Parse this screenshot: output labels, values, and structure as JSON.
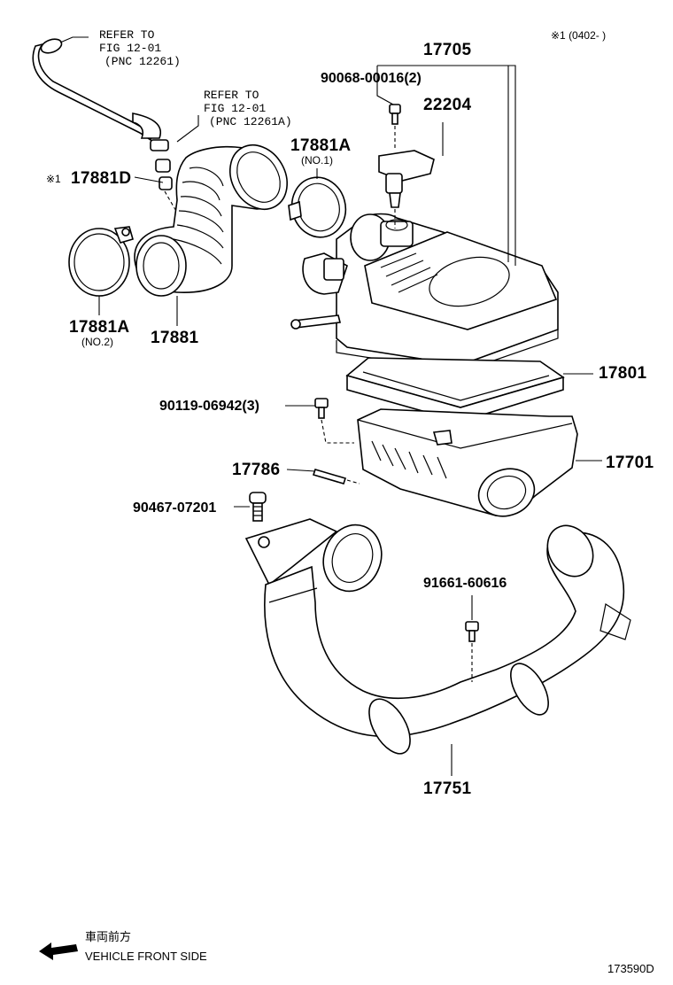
{
  "diagram": {
    "note_top_right": "※1 (0402-     )",
    "refer1": {
      "line1": "REFER TO",
      "line2": "FIG  12-01",
      "line3": "(PNC 12261)"
    },
    "refer2": {
      "line1": "REFER TO",
      "line2": "FIG  12-01",
      "line3": "(PNC 12261A)"
    },
    "labels": {
      "p17705": "17705",
      "p90068": "90068-00016(2)",
      "p22204": "22204",
      "p17881A_1": "17881A",
      "p17881A_1_sub": "(NO.1)",
      "p17881D_mark": "※1",
      "p17881D": "17881D",
      "p17881A_2": "17881A",
      "p17881A_2_sub": "(NO.2)",
      "p17881": "17881",
      "p17801": "17801",
      "p90119": "90119-06942(3)",
      "p17786": "17786",
      "p17701": "17701",
      "p90467": "90467-07201",
      "p91661": "91661-60616",
      "p17751": "17751"
    },
    "footer": {
      "direction_jp": "車両前方",
      "direction_en": "VEHICLE FRONT SIDE",
      "diagram_code": "173590D"
    }
  }
}
